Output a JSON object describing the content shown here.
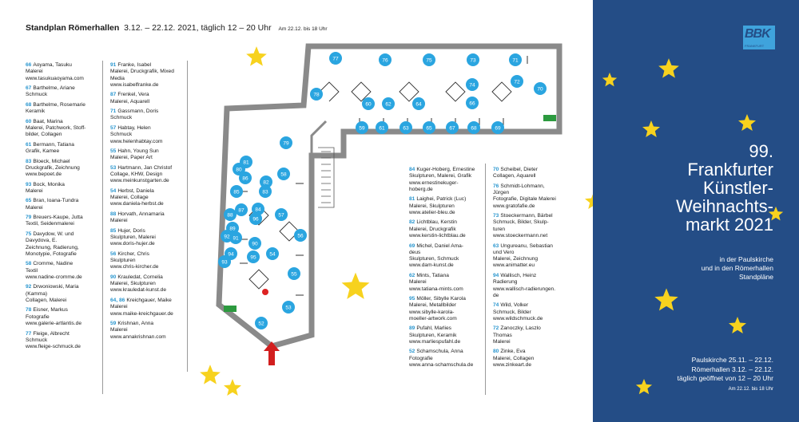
{
  "title": {
    "bold": "Standplan Römerhallen",
    "dates": "3.12. – 22.12. 2021, täglich 12 – 20 Uhr",
    "note": "Am 22.12. bis 18 Uhr"
  },
  "columns": [
    [
      {
        "num": "66",
        "lines": [
          "Aoyama, Tasuku",
          "Malerei",
          "www.tasukuaoyama.com"
        ]
      },
      {
        "num": "67",
        "lines": [
          "Barthelme, Ariane",
          "Schmuck"
        ]
      },
      {
        "num": "68",
        "lines": [
          "Barthelme, Rosemarie",
          "Keramik"
        ]
      },
      {
        "num": "60",
        "lines": [
          "Baat, Marina",
          "Malerei, Patchwork, Stoff-",
          "bilder, Collagen"
        ]
      },
      {
        "num": "61",
        "lines": [
          "Bermann, Tatiana",
          "Grafik, Kamee"
        ]
      },
      {
        "num": "83",
        "lines": [
          "Bloeck, Michael",
          "Druckgrafik, Zeichnung",
          "www.bepoet.de"
        ]
      },
      {
        "num": "93",
        "lines": [
          "Bock, Monika",
          "Malerei"
        ]
      },
      {
        "num": "65",
        "lines": [
          "Bran, Ioana-Tundra",
          "Malerei"
        ]
      },
      {
        "num": "79",
        "lines": [
          "Breuers-Kaupe, Jutta",
          "Textil, Seidenmalerei"
        ]
      },
      {
        "num": "75",
        "lines": [
          "Davydow, W. und",
          "Davydova, E.",
          "Zeichnung, Radierung,",
          "Monotypie, Fotografie"
        ]
      },
      {
        "num": "58",
        "lines": [
          "Cromme, Nadine",
          "Textil",
          "www.nadine-cromme.de"
        ]
      },
      {
        "num": "92",
        "lines": [
          "Drwoniowski, Maria",
          "(Kamma)",
          "Collagen, Malerei"
        ]
      },
      {
        "num": "78",
        "lines": [
          "Eisner, Markus",
          "Fotografie",
          "www.galerie-artlantis.de"
        ]
      },
      {
        "num": "77",
        "lines": [
          "Fleige, Albrecht",
          "Schmuck",
          "www.fleige-schmuck.de"
        ]
      }
    ],
    [
      {
        "num": "91",
        "lines": [
          "Franke, Isabel",
          "Malerei, Druckgrafik, Mixed",
          "Media",
          "www.isabelfranke.de"
        ]
      },
      {
        "num": "87",
        "lines": [
          "Frenkel, Vera",
          "Malerei, Aquarell"
        ]
      },
      {
        "num": "71",
        "lines": [
          "Gassmann, Doris",
          "Schmuck"
        ]
      },
      {
        "num": "57",
        "lines": [
          "Habtay, Helen",
          "Schmuck",
          "www.helenhabtay.com"
        ]
      },
      {
        "num": "55",
        "lines": [
          "Hahn, Young Sun",
          "Malerei, Paper Art"
        ]
      },
      {
        "num": "53",
        "lines": [
          "Hartmann, Jan Christof",
          "Collage, KHW, Design",
          "www.meinkunstgarten.de"
        ]
      },
      {
        "num": "54",
        "lines": [
          "Herbst, Daniela",
          "Malerei, Collage",
          "www.daniela-herbst.de"
        ]
      },
      {
        "num": "88",
        "lines": [
          "Horvath, Annamaria",
          "Malerei"
        ]
      },
      {
        "num": "85",
        "lines": [
          "Hujer, Doris",
          "Skulpturen, Malerei",
          "www.doris-hujer.de"
        ]
      },
      {
        "num": "56",
        "lines": [
          "Kircher, Chris",
          "Skulpturen",
          "www.chris-kircher.de"
        ]
      },
      {
        "num": "90",
        "lines": [
          "Krauledat, Cornelia",
          "Malerei, Skulpturen",
          "www.krauledat-kunst.de"
        ]
      },
      {
        "num": "64, 86",
        "lines": [
          "Kreichgauer, Maike",
          "Malerei",
          "www.maike-kreichgauer.de"
        ]
      },
      {
        "num": "59",
        "lines": [
          "Krishnan, Anna",
          "Malerei",
          "www.annakrishnan.com"
        ]
      }
    ],
    [
      {
        "num": "84",
        "lines": [
          "Kuger-Hoberg, Ernestine",
          "Skulpturen, Malerei, Grafik",
          "www.ernestinekuger-",
          "hoberg.de"
        ]
      },
      {
        "num": "81",
        "lines": [
          "Laighei, Patrick (Luc)",
          "Malerei, Skulpturen",
          "www.atelier-bleu.de"
        ]
      },
      {
        "num": "82",
        "lines": [
          "Lichtblau, Kerstin",
          "Malerei, Druckgrafik",
          "www.kerstin-lichtblau.de"
        ]
      },
      {
        "num": "69",
        "lines": [
          "Michel, Daniel Ama-",
          "deus",
          "Skulpturen, Schmuck",
          "www.dam-kunst.de"
        ]
      },
      {
        "num": "62",
        "lines": [
          "Mints, Tatiana",
          "Malerei",
          "www.tatiana-mints.com"
        ]
      },
      {
        "num": "95",
        "lines": [
          "Möller, Sibylle Karola",
          "Malerei, Metallbilder",
          "www.sibylle-karola-",
          "moeller-artwork.com"
        ]
      },
      {
        "num": "89",
        "lines": [
          "Pufahl, Marlies",
          "Skulpturen, Keramik",
          "www.marliespufahl.de"
        ]
      },
      {
        "num": "52",
        "lines": [
          "Schamschula, Anna",
          "Fotografie",
          "www.anna-schamschula.de"
        ]
      }
    ],
    [
      {
        "num": "70",
        "lines": [
          "Scheibel, Dieter",
          "Collagen, Aquarell"
        ]
      },
      {
        "num": "76",
        "lines": [
          "Schmidt-Lohmann,",
          "Jürgen",
          "Fotografie, Digitale Malerei",
          "www.gratofafie.de"
        ]
      },
      {
        "num": "73",
        "lines": [
          "Stoeckermann, Bärbel",
          "Schmuck, Bilder, Skulp-",
          "turen",
          "www.stoeckermann.net"
        ]
      },
      {
        "num": "63",
        "lines": [
          "Ungureanu, Sebastian",
          "und Vero",
          "Malerei, Zeichnung",
          "www.animatter.eu"
        ]
      },
      {
        "num": "94",
        "lines": [
          "Wallisch, Heinz",
          "Radierung",
          "www.wallisch-radierungen.",
          "de"
        ]
      },
      {
        "num": "74",
        "lines": [
          "Wild, Volker",
          "Schmuck, Bilder",
          "www.wildschmuck.de"
        ]
      },
      {
        "num": "72",
        "lines": [
          "Zanoczky, Laszlo",
          "Thomas",
          "Malerei"
        ]
      },
      {
        "num": "80",
        "lines": [
          "Zinke, Eva",
          "Malerei, Collagen",
          "www.zinkeart.de"
        ]
      }
    ]
  ],
  "booths": [
    {
      "n": "77"
    },
    {
      "n": "76"
    },
    {
      "n": "75"
    },
    {
      "n": "73"
    },
    {
      "n": "71"
    },
    {
      "n": "78"
    },
    {
      "n": "74"
    },
    {
      "n": "72"
    },
    {
      "n": "70"
    },
    {
      "n": "60"
    },
    {
      "n": "62"
    },
    {
      "n": "64"
    },
    {
      "n": "66"
    },
    {
      "n": "59"
    },
    {
      "n": "61"
    },
    {
      "n": "63"
    },
    {
      "n": "65"
    },
    {
      "n": "67"
    },
    {
      "n": "68"
    },
    {
      "n": "69"
    },
    {
      "n": "79"
    },
    {
      "n": "81"
    },
    {
      "n": "80"
    },
    {
      "n": "58"
    },
    {
      "n": "86"
    },
    {
      "n": "82"
    },
    {
      "n": "85"
    },
    {
      "n": "83"
    },
    {
      "n": "87"
    },
    {
      "n": "88"
    },
    {
      "n": "84"
    },
    {
      "n": "96"
    },
    {
      "n": "57"
    },
    {
      "n": "89"
    },
    {
      "n": "91"
    },
    {
      "n": "92"
    },
    {
      "n": "56"
    },
    {
      "n": "90"
    },
    {
      "n": "94"
    },
    {
      "n": "54"
    },
    {
      "n": "93"
    },
    {
      "n": "95"
    },
    {
      "n": "55"
    },
    {
      "n": "53"
    },
    {
      "n": "52"
    }
  ],
  "right": {
    "logo": "BBK",
    "logo_sub": "FRANKFURT",
    "headline": [
      "99.",
      "Frankfurter",
      "Künstler-",
      "Weihnachts-",
      "markt 2021"
    ],
    "sub": [
      "in der Paulskirche",
      "und in den Römerhallen",
      "Standpläne"
    ],
    "dates": [
      "Paulskirche 25.11. – 22.12.",
      "Römerhallen 3.12. – 22.12.",
      "täglich geöffnet von 12 – 20 Uhr"
    ],
    "dates_note": "Am 22.12. bis 18 Uhr"
  },
  "colors": {
    "accent": "#2a96cf",
    "panel": "#244d86",
    "star": "#f7d21e",
    "booth": "#2aa5e0"
  }
}
